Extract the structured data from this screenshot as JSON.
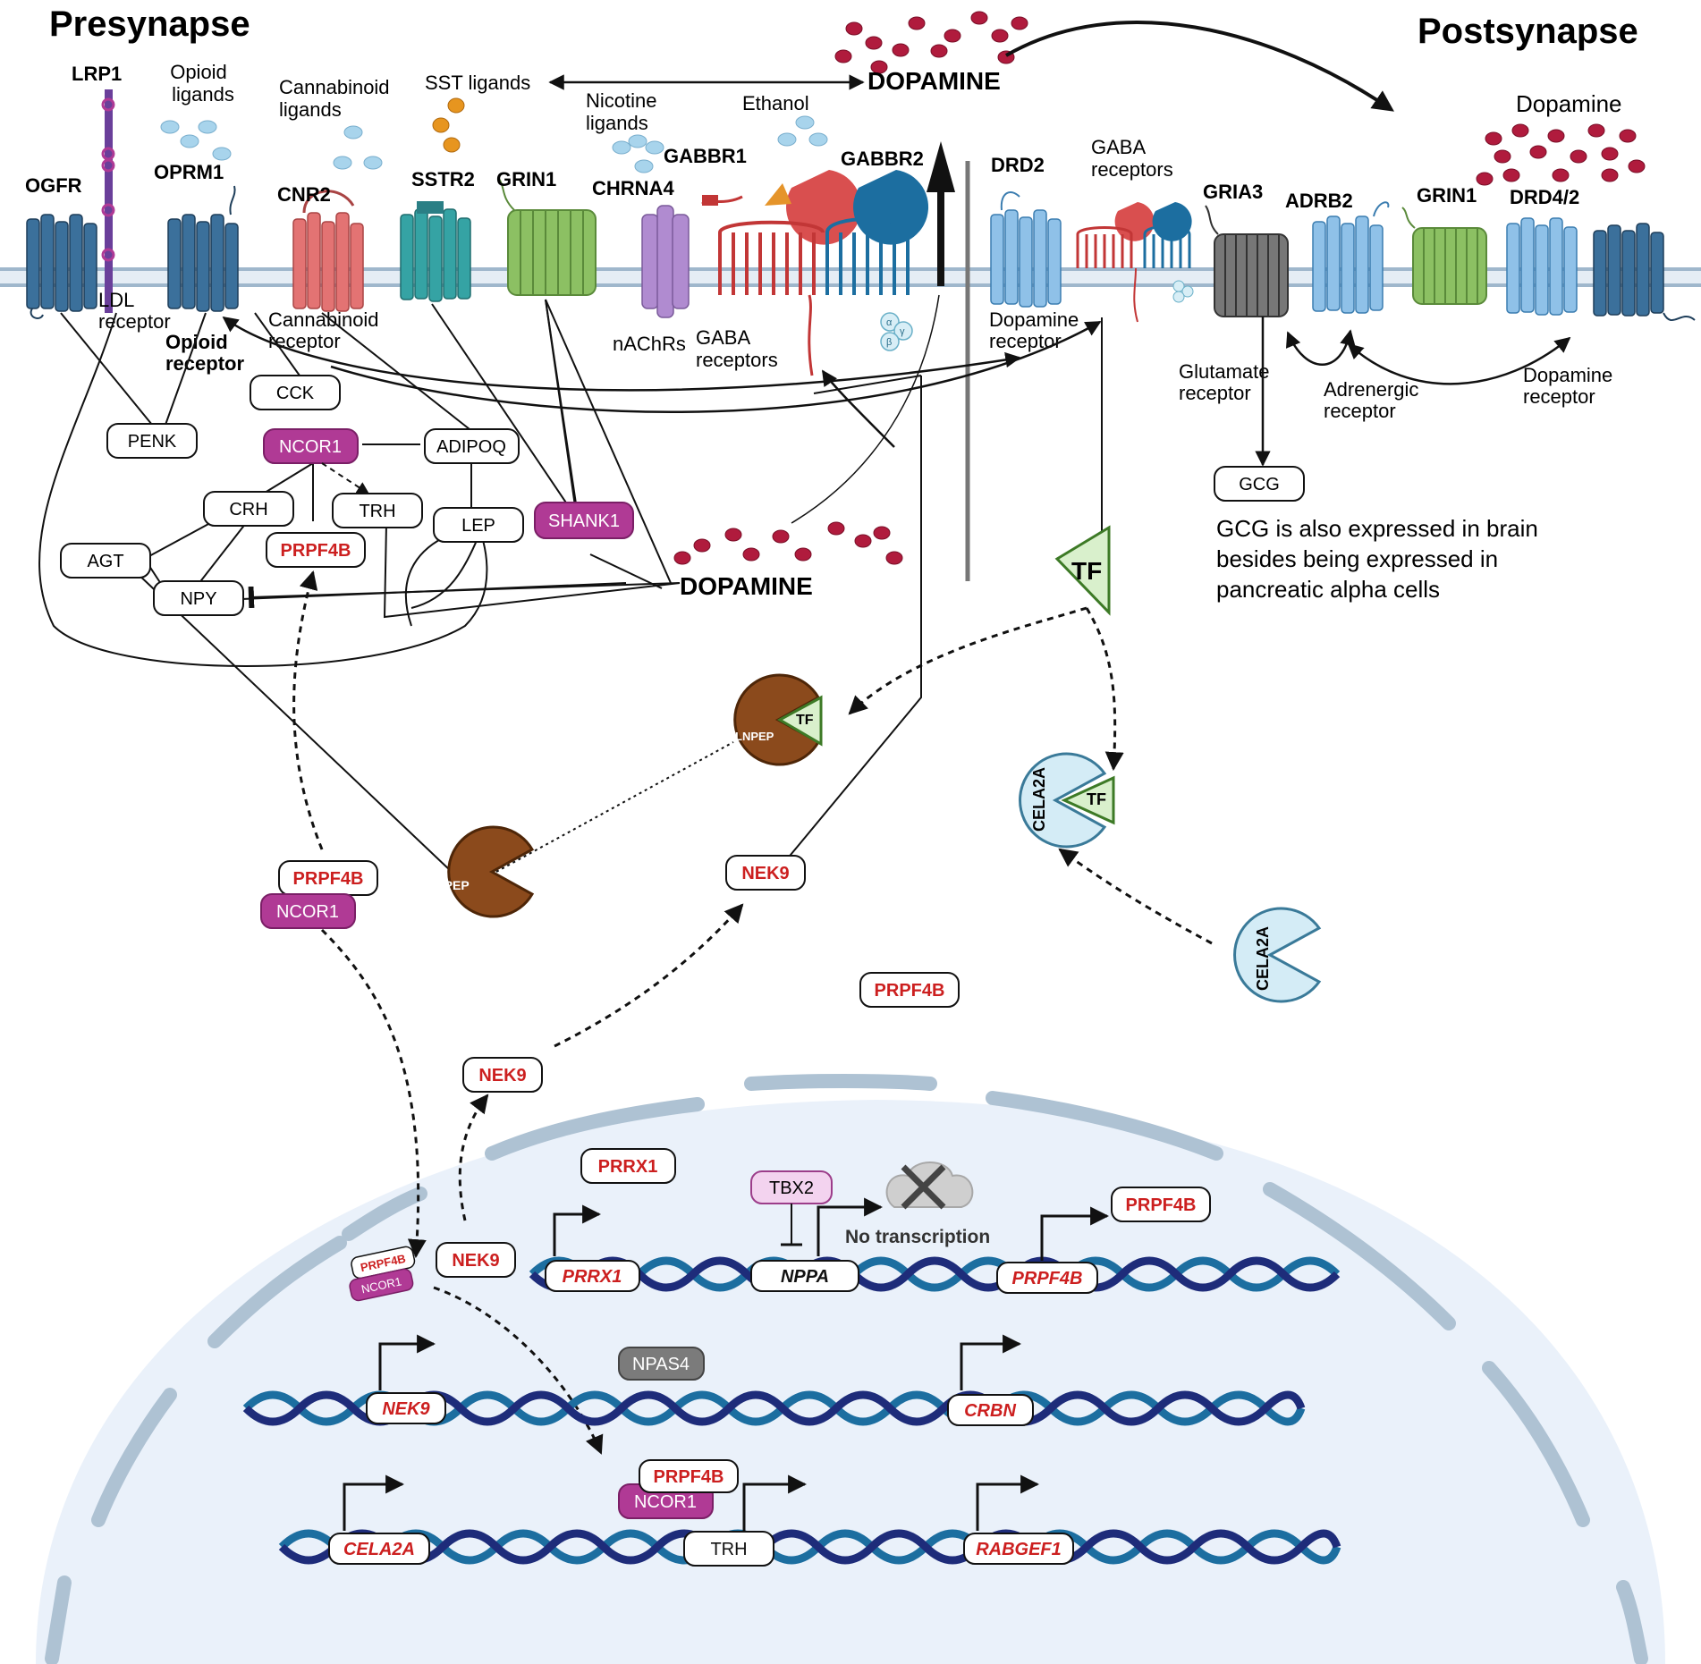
{
  "sides": {
    "left": "Presynapse",
    "right": "Postsynapse"
  },
  "ligands": {
    "opioid": "Opioid\nligands",
    "cannabinoid": "Cannabinoid\nligands",
    "sst": "SST ligands",
    "nicotine": "Nicotine\nligands",
    "ethanol": "Ethanol",
    "dopamine_top": "DOPAMINE",
    "dopamine_mid": "DOPAMINE",
    "dopamine_post": "Dopamine"
  },
  "receptors_pre": {
    "lrp1": "LRP1",
    "ogfr": "OGFR",
    "oprm1": "OPRM1",
    "cnr2": "CNR2",
    "sstr2": "SSTR2",
    "grin1": "GRIN1",
    "chrna4": "CHRNA4",
    "gabbr1": "GABBR1",
    "gabbr2": "GABBR2"
  },
  "receptors_post": {
    "drd2": "DRD2",
    "gaba_receptors": "GABA\nreceptors",
    "gria3": "GRIA3",
    "adrb2": "ADRB2",
    "grin1": "GRIN1",
    "drd4_2": "DRD4/2"
  },
  "membrane_labels": {
    "ldl": "LDL\nreceptor",
    "opioid": "Opioid\nreceptor",
    "cannabinoid": "Cannabinoid\nreceptor",
    "nachrs": "nAChRs",
    "gaba": "GABA\nreceptors",
    "dopamine_receptor": "Dopamine\nreceptor",
    "glutamate": "Glutamate\nreceptor",
    "adrenergic": "Adrenergic\nreceptor",
    "dopamine_receptor2": "Dopamine\nreceptor"
  },
  "subunits": {
    "alpha": "α",
    "beta": "β",
    "gamma": "γ"
  },
  "network_nodes": {
    "penk": "PENK",
    "cck": "CCK",
    "ncor1": "NCOR1",
    "adipoq": "ADIPOQ",
    "crh": "CRH",
    "trh": "TRH",
    "lep": "LEP",
    "shank1": "SHANK1",
    "agt": "AGT",
    "prpf4b": "PRPF4B",
    "npy": "NPY",
    "gcg": "GCG"
  },
  "gcg_note": "GCG is also expressed in brain\nbesides being expressed in\npancreatic alpha cells",
  "cytoplasm": {
    "tf": "TF",
    "tf_small": "TF",
    "lnpep": "LNPEP",
    "cela2a": "CELA2A",
    "nek9": "NEK9",
    "prpf4b": "PRPF4B",
    "ncor1": "NCOR1"
  },
  "nucleus": {
    "nek9_free": "NEK9",
    "prrx1_free": "PRRX1",
    "tbx2": "TBX2",
    "no_transcription": "No transcription",
    "prpf4b_free": "PRPF4B",
    "nek9_inside": "NEK9",
    "npas4": "NPAS4",
    "complex_prpf4b": "PRPF4B",
    "complex_ncor1": "NCOR1",
    "genes": {
      "prrx1": "PRRX1",
      "nppa": "NPPA",
      "prpf4b": "PRPF4B",
      "nek9": "NEK9",
      "crbn": "CRBN",
      "cela2a": "CELA2A",
      "trh": "TRH",
      "rabgef1": "RABGEF1"
    }
  },
  "colors": {
    "red_text": "#cc1f1f",
    "magenta": "#b03a95",
    "receptor_blue": "#3a6f99",
    "light_blue": "#8fc1e8",
    "green": "#8cc063",
    "teal": "#35a3a4",
    "pink": "#e37373",
    "purple": "#b08bd0",
    "dopamine": "#b01b3d",
    "brown": "#8b4a1c",
    "dna_dark": "#1e2c7a",
    "dna_light": "#1c6ea0"
  }
}
